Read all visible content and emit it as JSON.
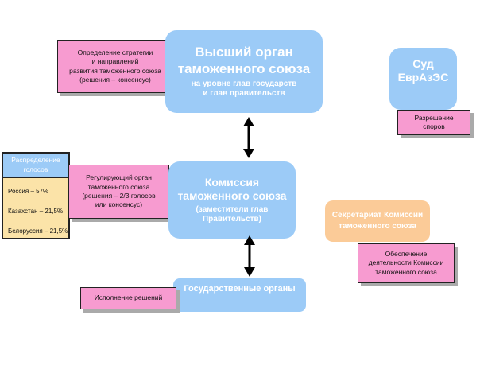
{
  "supreme": {
    "title1": "Высший орган",
    "title2": "таможенного союза",
    "sub1": "на уровне глав государств",
    "sub2": "и глав правительств"
  },
  "strategy": {
    "l1": "Определение стратегии",
    "l2": "и направлений",
    "l3": "развития таможенного союза",
    "l4": "(решения – консенсус)"
  },
  "commission": {
    "title1": "Комиссия",
    "title2": "таможенного союза",
    "sub1": "(заместители глав",
    "sub2": "Правительств)"
  },
  "regulating": {
    "l1": "Регулирующий орган",
    "l2": "таможенного союза",
    "l3": "(решения – 2/3 голосов",
    "l4": "или консенсус)"
  },
  "votes": {
    "header1": "Распределение",
    "header2": "голосов",
    "rows": [
      "Россия – 57%",
      "Казахстан – 21,5%",
      "Белоруссия – 21,5%"
    ]
  },
  "gov": {
    "title": "Государственные органы"
  },
  "execution": {
    "label": "Исполнение решений"
  },
  "court": {
    "title1": "Суд",
    "title2": "ЕврАзЭС",
    "note1": "Разрешение",
    "note2": "споров"
  },
  "secretariat": {
    "l1": "Секретариат Комиссии",
    "l2": "таможенного союза",
    "note1": "Обеспечение",
    "note2": "деятельности Комиссии",
    "note3": "таможенного союза"
  }
}
